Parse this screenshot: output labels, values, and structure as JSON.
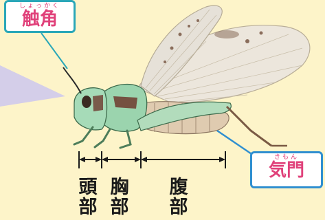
{
  "labels": {
    "antenna": {
      "reading": "しょっかく",
      "text": "触角"
    },
    "spiracle": {
      "reading": "きもん",
      "text": "気門"
    }
  },
  "body_segments": {
    "head": [
      "頭",
      "部"
    ],
    "thorax": [
      "胸",
      "部"
    ],
    "abdomen": [
      "腹",
      "部"
    ]
  },
  "colors": {
    "background": "#fdf4c9",
    "label_text": "#e0417a",
    "antenna_border": "#2aa7b8",
    "spiracle_border": "#2f8fd0",
    "body_green": "#8fd0a6",
    "wing": "#e8e2d6"
  }
}
